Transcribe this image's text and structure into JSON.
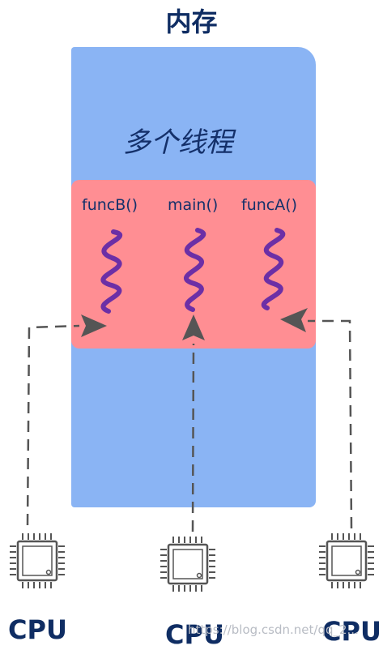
{
  "title": "内存",
  "threads_label": "多个线程",
  "functions": [
    "funcB()",
    "main()",
    "funcA()"
  ],
  "cpu_labels": [
    "CPU",
    "CPU",
    "CPU"
  ],
  "watermark": "https://blog.csdn.net/qq_2...",
  "icons": {
    "thread": "squiggle-thread-icon",
    "cpu": "cpu-chip-icon"
  },
  "colors": {
    "memory_fill": "#8ab4f4",
    "threads_fill": "#ff8e93",
    "thread_line": "#6c2fa6",
    "arrow": "#555555",
    "title": "#0f2d63"
  }
}
